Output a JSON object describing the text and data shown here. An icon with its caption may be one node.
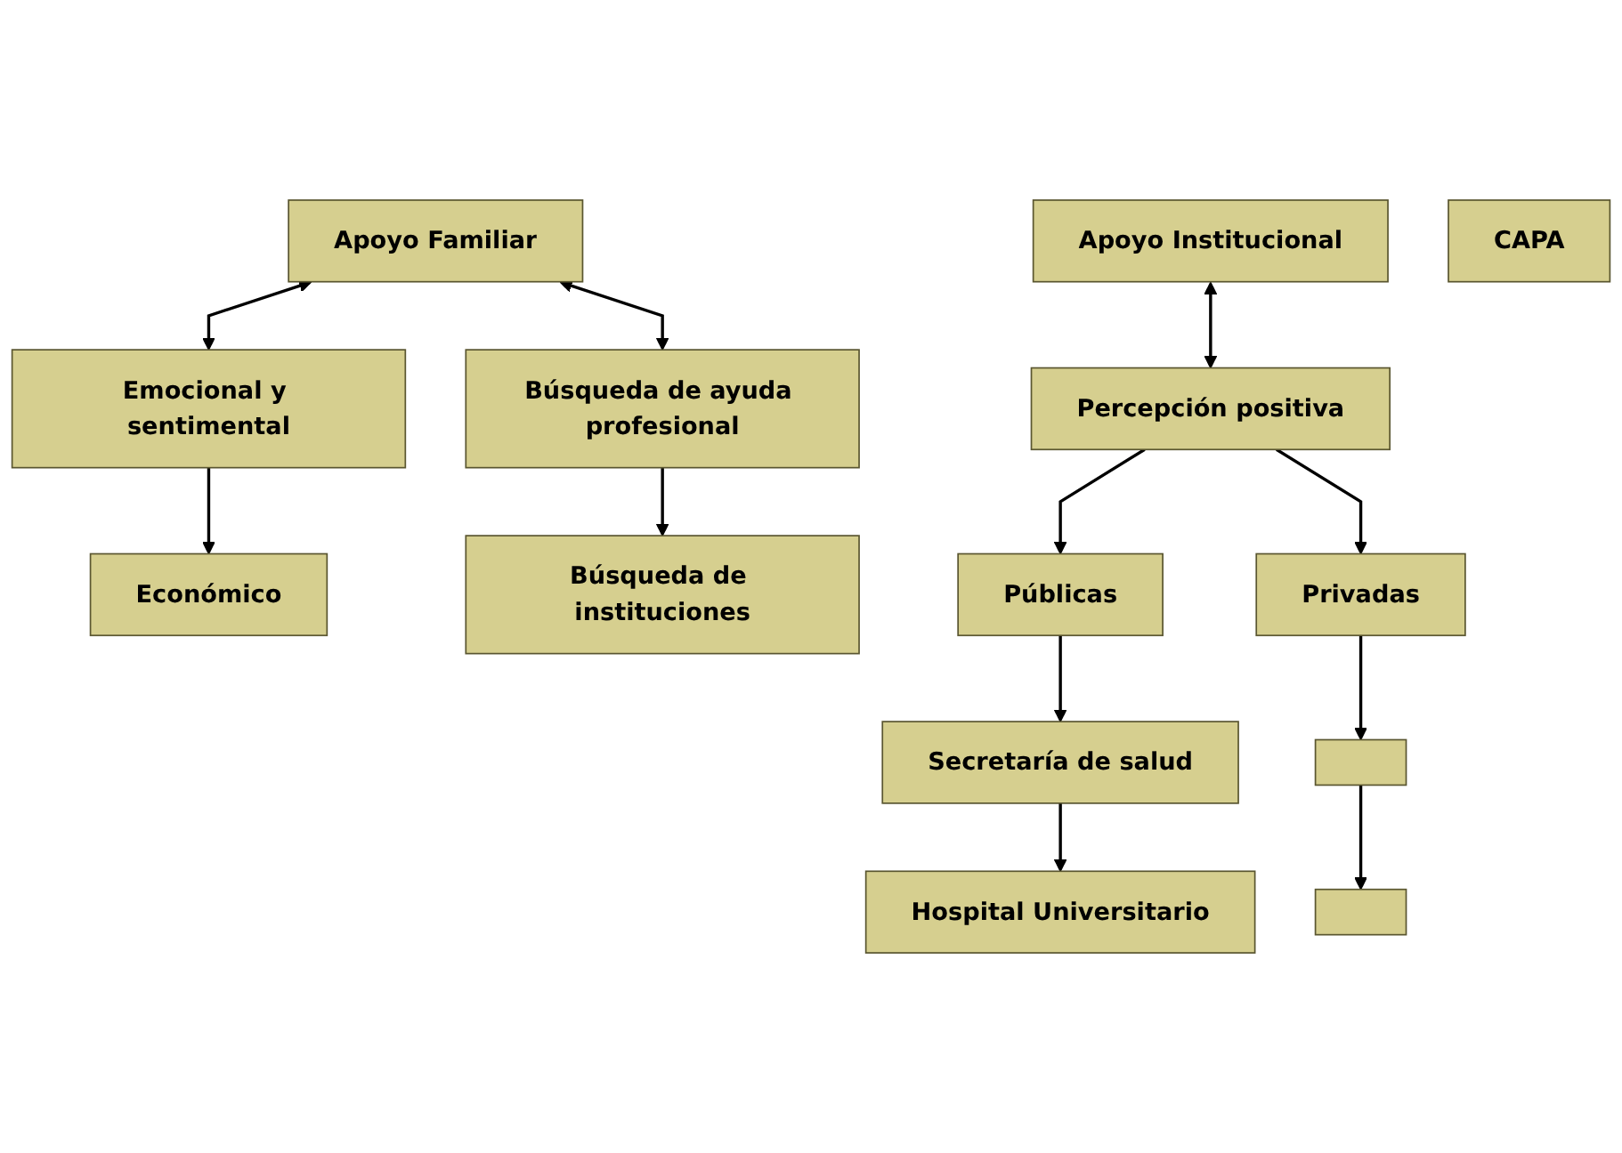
{
  "diagram": {
    "nodes": [
      {
        "text": [
          "Apoyo Familiar"
        ]
      },
      {
        "text": [
          "Emocional y sentimental"
        ]
      },
      {
        "text": [
          "Búsqueda de ayuda profesional"
        ]
      },
      {
        "text": [
          "Económico"
        ]
      },
      {
        "text": [
          "Búsqueda de instituciones"
        ]
      },
      {
        "text": [
          "Apoyo Institucional"
        ]
      },
      {
        "text": [
          "Percepción positiva"
        ]
      },
      {
        "text": [
          "Públicas"
        ]
      },
      {
        "text": [
          "Privadas"
        ]
      },
      {
        "text": [
          "Secretaría de salud"
        ]
      },
      {
        "text": [
          "Hospital Universitario"
        ]
      },
      {
        "text": [
          "CAPA"
        ]
      },
      {
        "text": [],
        "shape": "box"
      },
      {
        "text": [],
        "shape": "box"
      }
    ],
    "edges": [
      {
        "from": 0,
        "to": 1,
        "arrow": "both"
      },
      {
        "from": 0,
        "to": 2,
        "arrow": "both"
      },
      {
        "from": 1,
        "to": 3,
        "arrow": "to"
      },
      {
        "from": 2,
        "to": 4,
        "arrow": "to"
      },
      {
        "from": 5,
        "to": 6,
        "arrow": "both"
      },
      {
        "from": 6,
        "to": 7,
        "arrow": "to"
      },
      {
        "from": 6,
        "to": 8,
        "arrow": "to"
      },
      {
        "from": 7,
        "to": 9,
        "arrow": "to"
      },
      {
        "from": 9,
        "to": 10,
        "arrow": "to"
      },
      {
        "from": 8,
        "to": 12,
        "arrow": "to"
      },
      {
        "from": 12,
        "to": 13,
        "arrow": "to"
      }
    ]
  }
}
